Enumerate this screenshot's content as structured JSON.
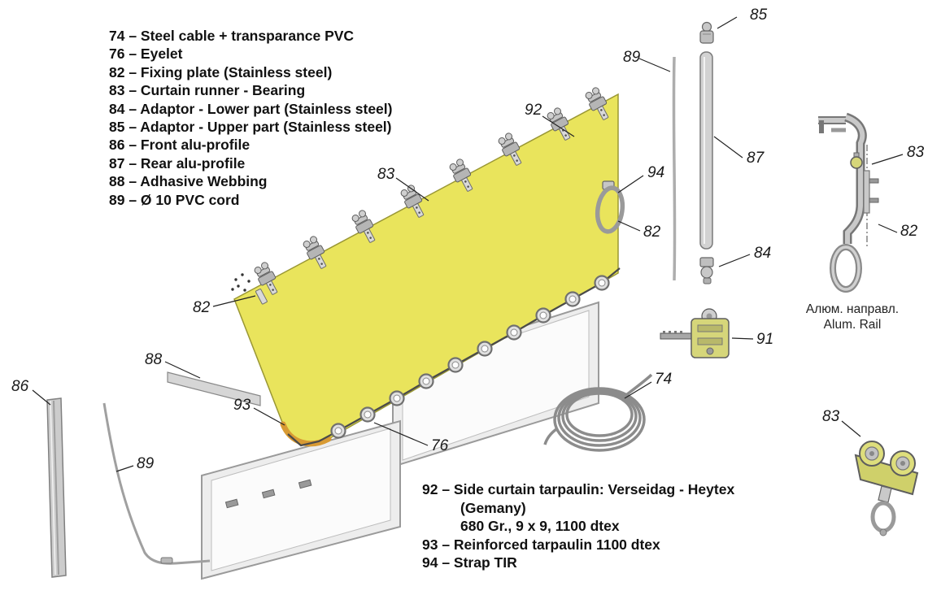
{
  "legend": {
    "items": [
      "74 – Steel cable + transparance PVC",
      "76 – Eyelet",
      "82 – Fixing plate (Stainless steel)",
      "83 – Curtain runner - Bearing",
      "84 – Adaptor - Lower part (Stainless steel)",
      "85 – Adaptor - Upper part (Stainless steel)",
      "86 – Front alu-profile",
      "87 – Rear alu-profile",
      "88 – Adhasive Webbing",
      "89 – Ø 10 PVC cord"
    ]
  },
  "notes": {
    "lines": [
      "92 – Side curtain tarpaulin: Verseidag - Heytex",
      "(Gemany)",
      "680 Gr., 9 x 9, 1100 dtex",
      "93 – Reinforced tarpaulin 1100 dtex",
      "94 – Strap TIR"
    ]
  },
  "rail_caption": {
    "ru": "Алюм. направл.",
    "en": "Alum. Rail"
  },
  "callouts": {
    "adaptor_upper": "85",
    "pvc_cord_right": "89",
    "curtain": "92",
    "runner_top": "83",
    "strap": "94",
    "rear_profile": "87",
    "strap_plate": "82",
    "adaptor_lower": "84",
    "fixing_plate": "82",
    "tensioner": "91",
    "webbing": "88",
    "cable_coil": "74",
    "front_profile": "86",
    "reinforced": "93",
    "pvc_cord_left": "89",
    "eyelet": "76",
    "rail_runner": "83",
    "rail_plate": "82",
    "runner_detail": "83"
  },
  "colors": {
    "curtain": "#e9e45c",
    "curtain_edge": "#9a9734",
    "reinforced": "#d89a33",
    "metal_light": "#d6d6d6",
    "metal_mid": "#b5b5b5",
    "metal_dark": "#6e6e6e",
    "hardware_green": "#d6d67a",
    "leader_line": "#222222"
  }
}
